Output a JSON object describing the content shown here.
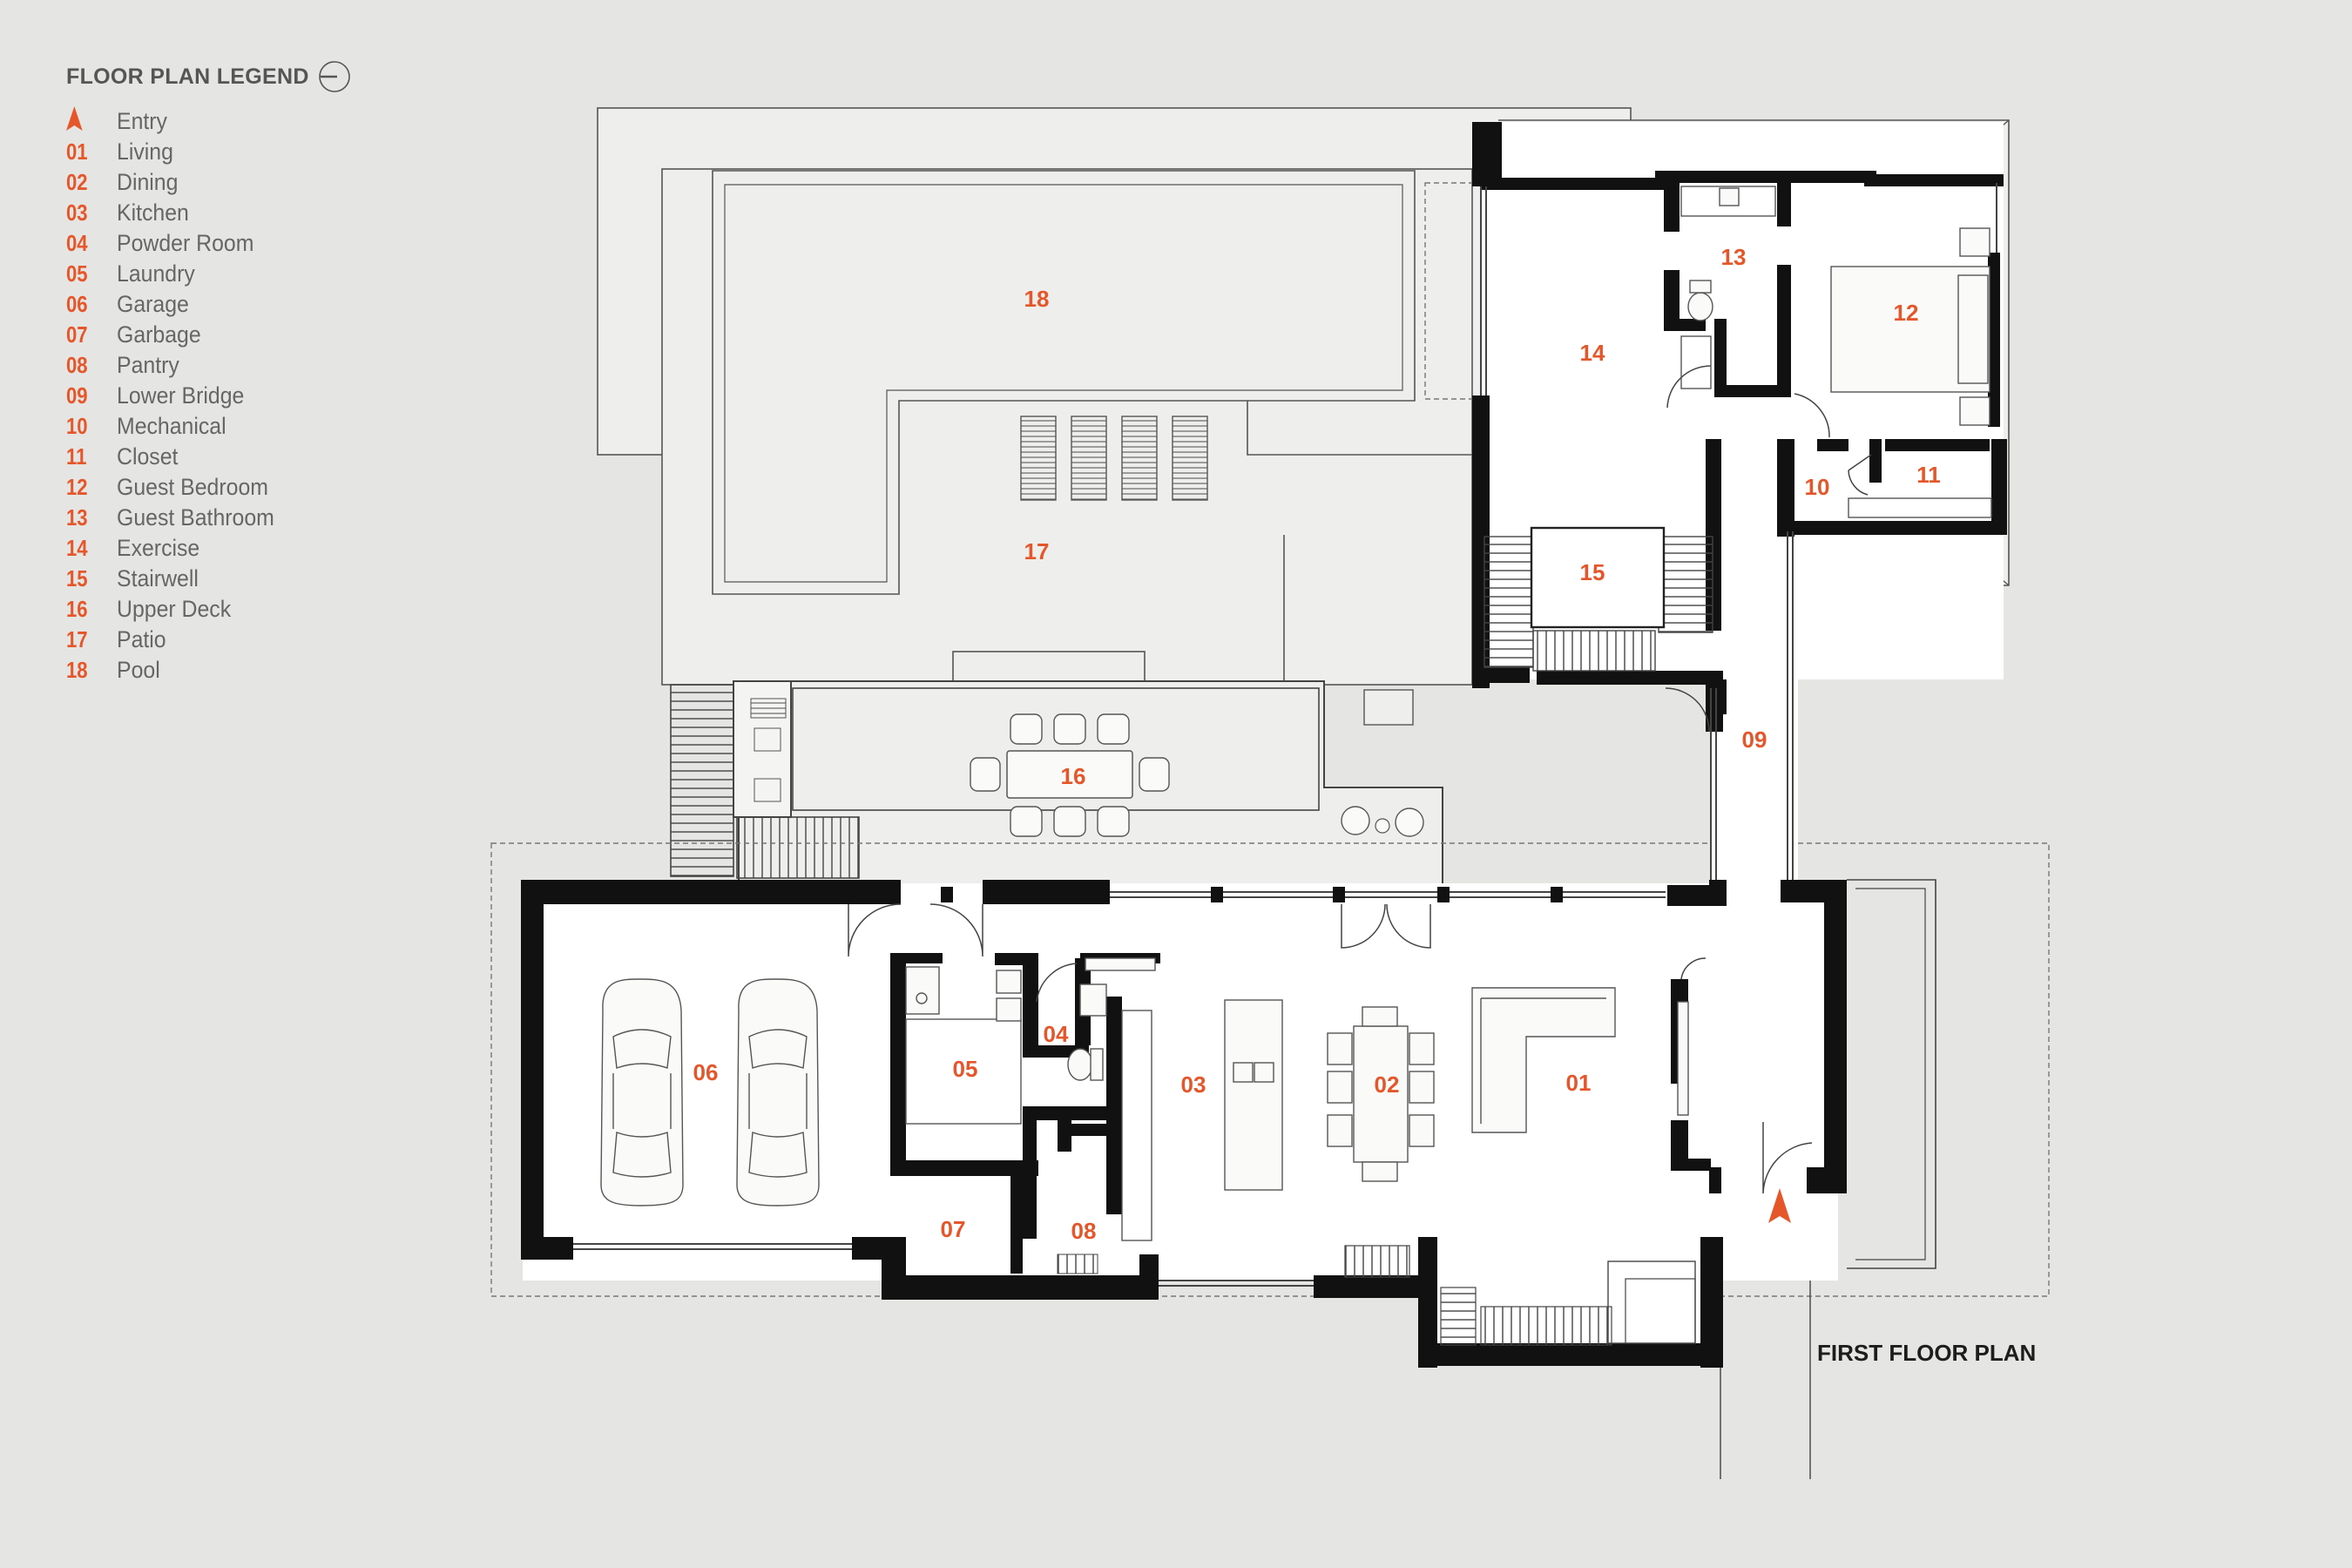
{
  "legend": {
    "title": "FLOOR PLAN LEGEND",
    "entry_label": "Entry",
    "items": [
      {
        "code": "01",
        "label": "Living"
      },
      {
        "code": "02",
        "label": "Dining"
      },
      {
        "code": "03",
        "label": "Kitchen"
      },
      {
        "code": "04",
        "label": "Powder Room"
      },
      {
        "code": "05",
        "label": "Laundry"
      },
      {
        "code": "06",
        "label": "Garage"
      },
      {
        "code": "07",
        "label": "Garbage"
      },
      {
        "code": "08",
        "label": "Pantry"
      },
      {
        "code": "09",
        "label": "Lower Bridge"
      },
      {
        "code": "10",
        "label": "Mechanical"
      },
      {
        "code": "11",
        "label": "Closet"
      },
      {
        "code": "12",
        "label": "Guest Bedroom"
      },
      {
        "code": "13",
        "label": "Guest Bathroom"
      },
      {
        "code": "14",
        "label": "Exercise"
      },
      {
        "code": "15",
        "label": "Stairwell"
      },
      {
        "code": "16",
        "label": "Upper Deck"
      },
      {
        "code": "17",
        "label": "Patio"
      },
      {
        "code": "18",
        "label": "Pool"
      }
    ]
  },
  "plan": {
    "title": "FIRST FLOOR PLAN",
    "rooms": {
      "r01": "01",
      "r02": "02",
      "r03": "03",
      "r04": "04",
      "r05": "05",
      "r06": "06",
      "r07": "07",
      "r08": "08",
      "r09": "09",
      "r10": "10",
      "r11": "11",
      "r12": "12",
      "r13": "13",
      "r14": "14",
      "r15": "15",
      "r16": "16",
      "r17": "17",
      "r18": "18"
    }
  },
  "colors": {
    "accent": "#e5572a",
    "background": "#e5e5e3",
    "wall": "#111111",
    "floor": "#ffffff",
    "outdoor": "#eeeeec",
    "legend_text": "#666666"
  },
  "icons": {
    "north": "north-arrow-icon",
    "entry": "entry-arrow-icon"
  }
}
